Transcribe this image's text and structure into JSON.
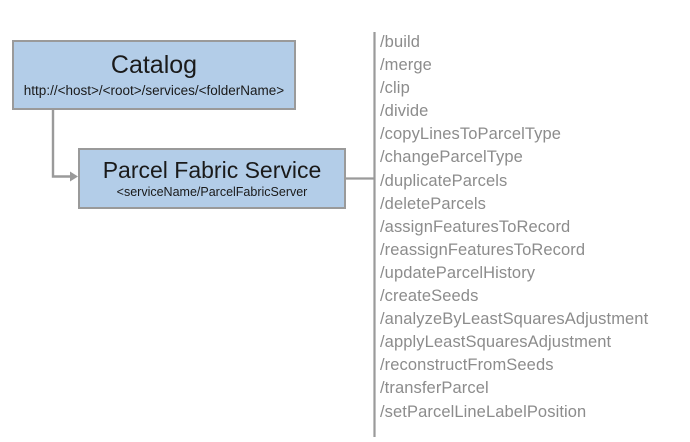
{
  "diagram": {
    "nodes": [
      {
        "id": "catalog",
        "title": "Catalog",
        "subtitle": "http://<host>/<root>/services/<folderName>"
      },
      {
        "id": "parcel-fabric-service",
        "title": "Parcel Fabric Service",
        "subtitle": "<serviceName/ParcelFabricServer"
      }
    ],
    "operations": [
      "/build",
      "/merge",
      "/clip",
      "/divide",
      "/copyLinesToParcelType",
      "/changeParcelType",
      "/duplicateParcels",
      "/deleteParcels",
      "/assignFeaturesToRecord",
      "/reassignFeaturesToRecord",
      "/updateParcelHistory",
      "/createSeeds",
      "/analyzeByLeastSquaresAdjustment",
      "/applyLeastSquaresAdjustment",
      "/reconstructFromSeeds",
      "/transferParcel",
      "/setParcelLineLabelPosition"
    ],
    "colors": {
      "node_fill": "#b3cde8",
      "node_border": "#9a9a9a",
      "connector": "#9a9a9a",
      "divider": "#9a9a9a",
      "operation_text": "#8c8c8c",
      "node_text": "#1a1a1a",
      "background": "#ffffff"
    }
  }
}
